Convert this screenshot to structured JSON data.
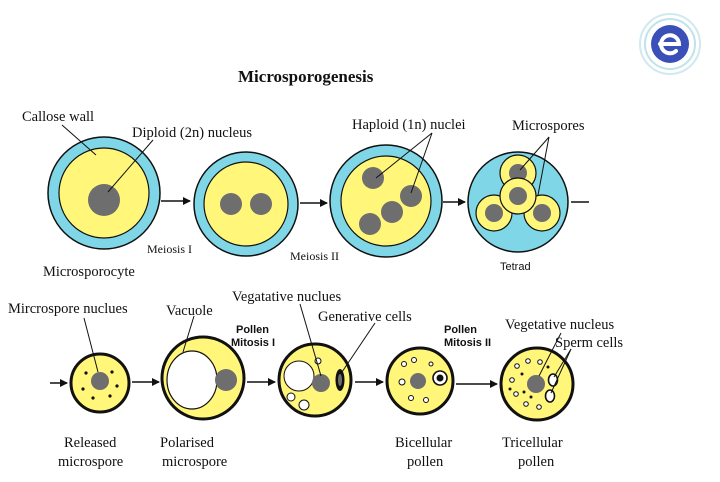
{
  "title": "Microsporogenesis",
  "top_row": {
    "callose_wall": "Callose wall",
    "diploid_nucleus": "Diploid (2n) nucleus",
    "haploid_nuclei": "Haploid (1n) nuclei",
    "microspores": "Microspores",
    "meiosis_1": "Meiosis I",
    "meiosis_2": "Meiosis II",
    "microsporocyte": "Microsporocyte",
    "tetrad": "Tetrad"
  },
  "bottom_row": {
    "microspore_nucleus": "Mircrospore nuclues",
    "vacuole": "Vacuole",
    "vegetative_nucleus_1": "Vegatative nuclues",
    "generative_cells": "Generative cells",
    "pollen_mitosis_1": [
      "Pollen",
      "Mitosis I"
    ],
    "pollen_mitosis_2": [
      "Pollen",
      "Mitosis II"
    ],
    "vegetative_nucleus_2": "Vegetative nucleus",
    "sperm_cells": "Sperm cells",
    "released_microspore": [
      "Released",
      "microspore"
    ],
    "polarised_microspore": [
      "Polarised",
      "microspore"
    ],
    "bicellular_pollen": [
      "Bicellular",
      "pollen"
    ],
    "tricellular_pollen": [
      "Tricellular",
      "pollen"
    ]
  },
  "colors": {
    "callose": "#7fd6e6",
    "cytoplasm": "#fff67a",
    "nucleus": "#6e6e6e",
    "outline": "#111111",
    "logo": "#3b4fb8"
  },
  "logo_icon": "embibe-logo-icon"
}
